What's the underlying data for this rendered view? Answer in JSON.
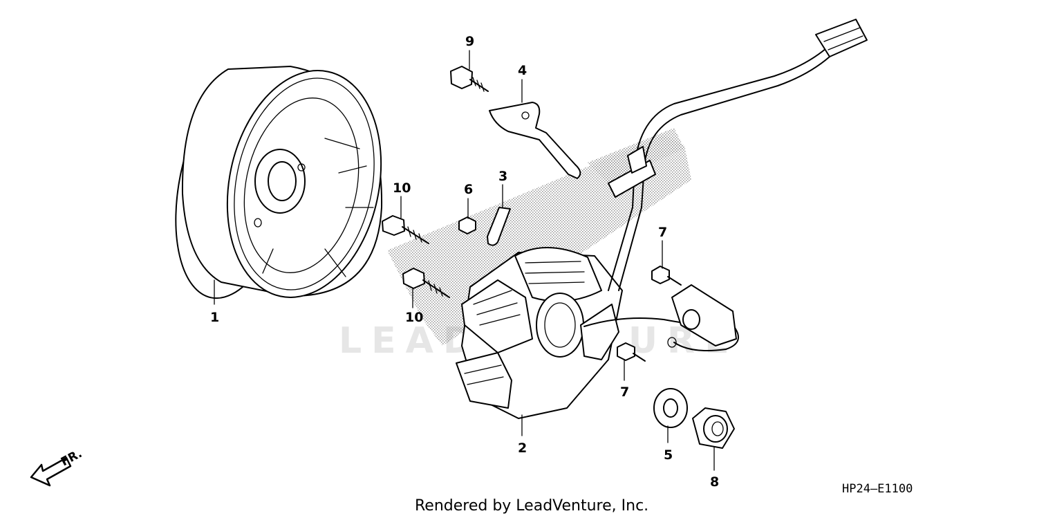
{
  "diagram": {
    "parts": [
      {
        "callout": "1",
        "part": "flywheel"
      },
      {
        "callout": "2",
        "part": "stator"
      },
      {
        "callout": "3",
        "part": "clamp"
      },
      {
        "callout": "4",
        "part": "bracket"
      },
      {
        "callout": "5",
        "part": "washer"
      },
      {
        "callout": "6",
        "part": "small-bolt"
      },
      {
        "callout": "7",
        "part": "bolt"
      },
      {
        "callout": "8",
        "part": "nut"
      },
      {
        "callout": "9",
        "part": "bolt"
      },
      {
        "callout": "10",
        "part": "bolt"
      }
    ],
    "labels": {
      "c1": "1",
      "c2": "2",
      "c3": "3",
      "c4": "4",
      "c5": "5",
      "c6": "6",
      "c7a": "7",
      "c7b": "7",
      "c8": "8",
      "c9": "9",
      "c10a": "10",
      "c10b": "10"
    },
    "diagram_code": "HP24—E1100",
    "credit": "Rendered by LeadVenture, Inc.",
    "watermark": "LEADVENTURE",
    "direction_label": "FR."
  },
  "colors": {
    "line": "#000000",
    "stipple": "#b0b0b0",
    "watermark": "#e6e6e6",
    "background": "#ffffff"
  }
}
